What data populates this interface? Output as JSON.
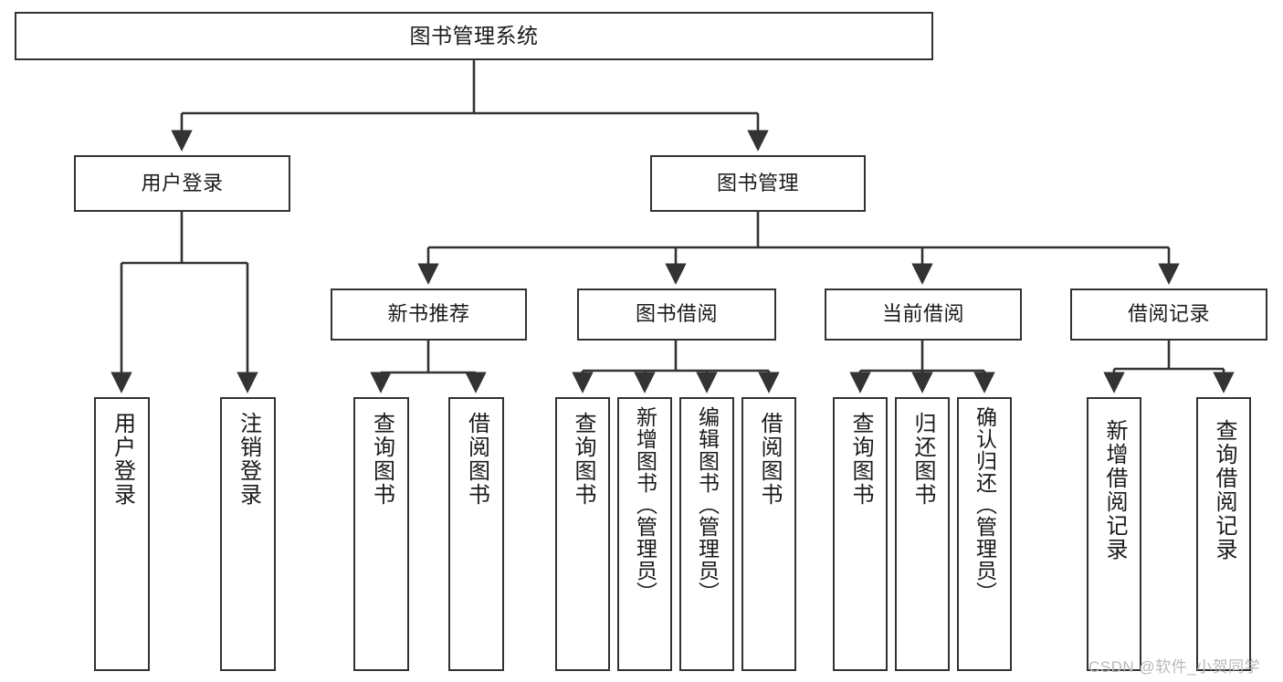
{
  "diagram": {
    "title": "图书管理系统",
    "type": "tree-hierarchy-diagram",
    "colors": {
      "box_border": "#33322f",
      "box_fill": "#ffffff",
      "connector": "#333333",
      "text": "#1a1a1a",
      "watermark": "#b9b9b9"
    },
    "nodes": {
      "root": {
        "label": "图书管理系统"
      },
      "level2": [
        {
          "label": "用户登录"
        },
        {
          "label": "图书管理"
        }
      ],
      "level3": [
        {
          "label": "新书推荐"
        },
        {
          "label": "图书借阅"
        },
        {
          "label": "当前借阅"
        },
        {
          "label": "借阅记录"
        }
      ],
      "leaves": {
        "user_login": [
          {
            "label": "用户登录"
          },
          {
            "label": "注销登录"
          }
        ],
        "new_book_recommend": [
          {
            "label": "查询图书"
          },
          {
            "label": "借阅图书"
          }
        ],
        "book_borrow": [
          {
            "label": "查询图书"
          },
          {
            "label": "新增图书（管理员）"
          },
          {
            "label": "编辑图书（管理员）"
          },
          {
            "label": "借阅图书"
          }
        ],
        "current_borrow": [
          {
            "label": "查询图书"
          },
          {
            "label": "归还图书"
          },
          {
            "label": "确认归还（管理员）"
          }
        ],
        "borrow_record": [
          {
            "label": "新增借阅记录"
          },
          {
            "label": "查询借阅记录"
          }
        ]
      }
    },
    "watermark": "CSDN @软件_小贺同学"
  }
}
